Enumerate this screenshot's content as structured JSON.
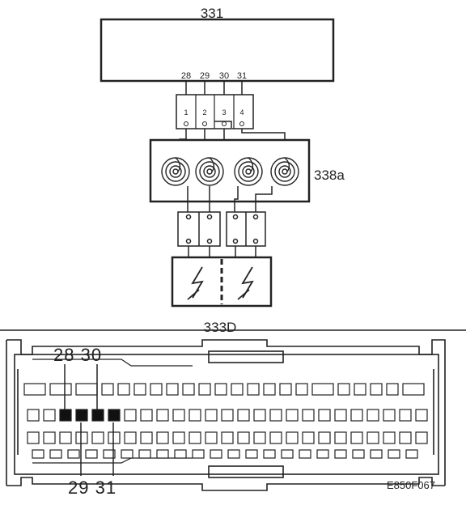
{
  "labels": {
    "ecu_top": "331",
    "pins_top": [
      "28",
      "29",
      "30",
      "31"
    ],
    "fuse_pins": [
      "1",
      "2",
      "3",
      "4"
    ],
    "coil_block": "338a",
    "connector_title": "333D",
    "callout_top": "28 30",
    "callout_bottom": "29 31",
    "figure_code": "E850F067"
  },
  "colors": {
    "line": "#222222",
    "pin_dark": "#111111",
    "background": "#ffffff"
  },
  "icons": [
    "coil-icon",
    "ignition-spark-icon"
  ]
}
